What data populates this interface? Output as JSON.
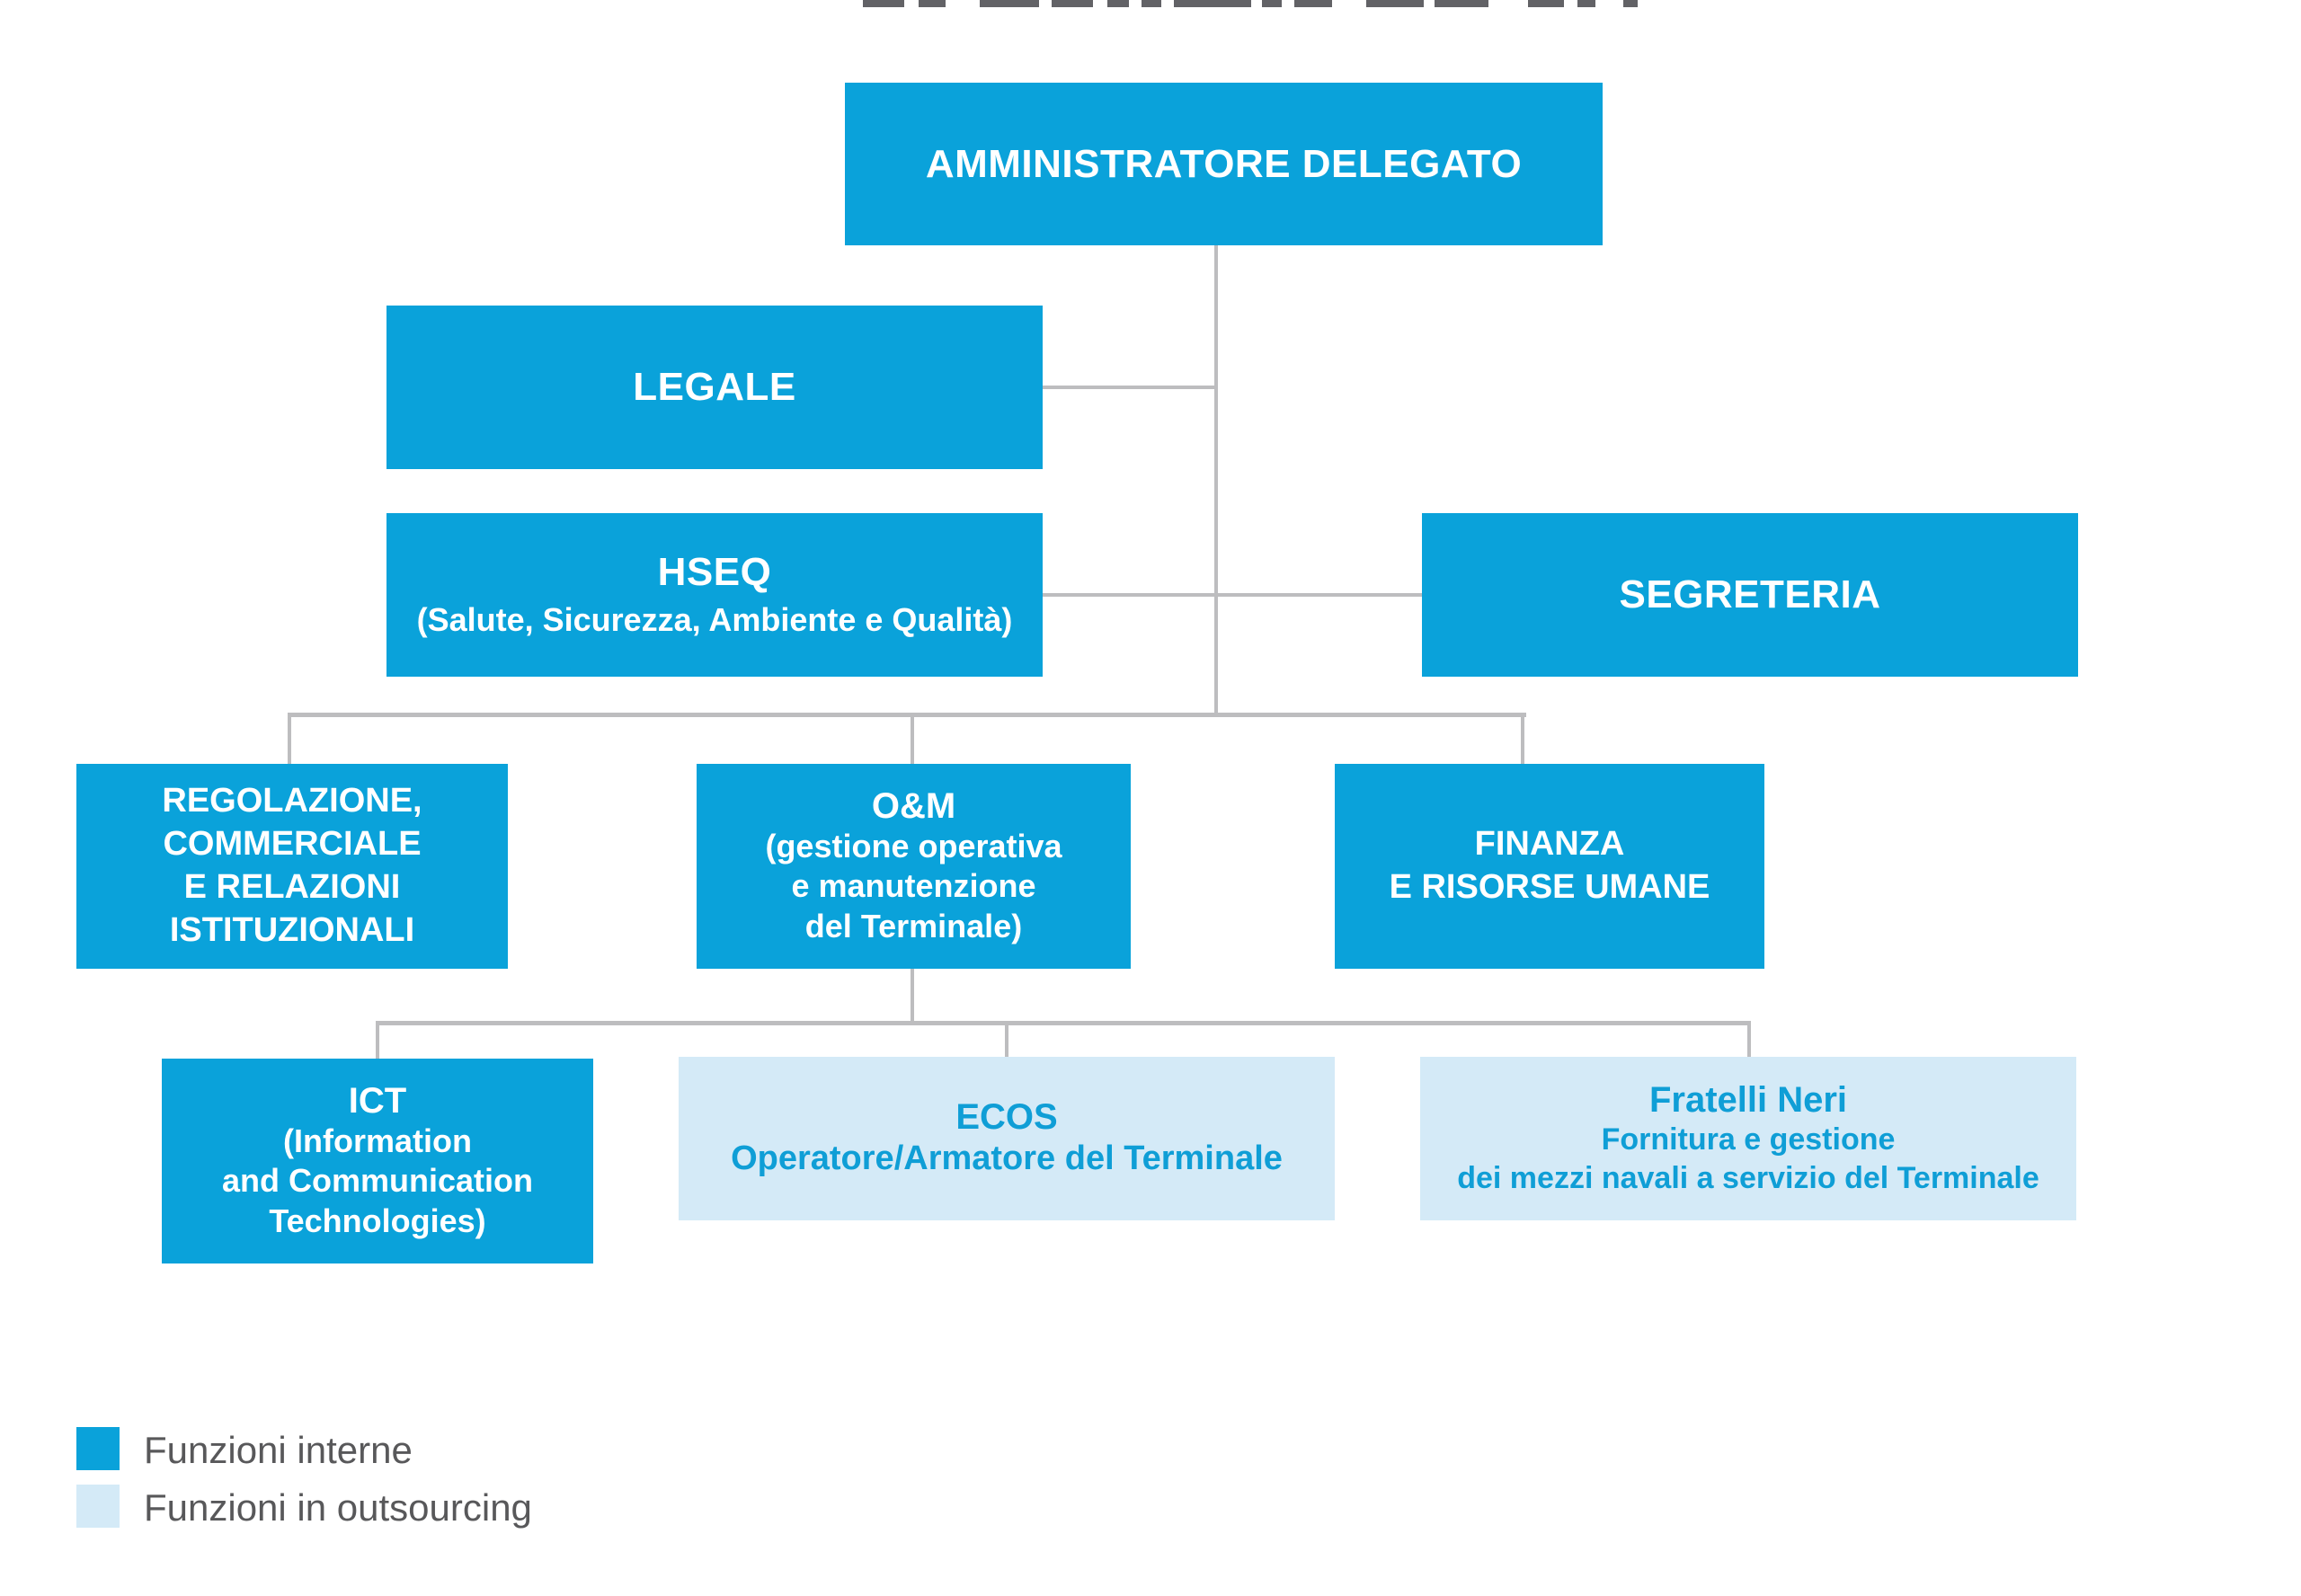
{
  "palette": {
    "primary_blue": "#0aa2da",
    "light_blue": "#d4eaf7",
    "box_text_white": "#ffffff",
    "box_text_blue": "#0f9ed6",
    "connector_gray": "#bdbdbf",
    "legend_text_gray": "#58585a"
  },
  "org_chart": {
    "type": "org-tree",
    "root": {
      "label": "AMMINISTRATORE DELEGATO",
      "function_type": "interna"
    },
    "staff": [
      {
        "label": "LEGALE",
        "function_type": "interna"
      },
      {
        "label": "HSEQ",
        "sublabel": "(Salute, Sicurezza, Ambiente e Qualità)",
        "function_type": "interna"
      },
      {
        "label": "SEGRETERIA",
        "function_type": "interna"
      }
    ],
    "level2": [
      {
        "lines": [
          "REGOLAZIONE,",
          "COMMERCIALE",
          "E RELAZIONI",
          "ISTITUZIONALI"
        ],
        "function_type": "interna"
      },
      {
        "label": "O&M",
        "lines": [
          "(gestione operativa",
          "e manutenzione",
          "del Terminale)"
        ],
        "function_type": "interna"
      },
      {
        "lines": [
          "FINANZA",
          "E RISORSE UMANE"
        ],
        "function_type": "interna"
      }
    ],
    "level3": [
      {
        "label": "ICT",
        "lines": [
          "(Information",
          "and Communication",
          "Technologies)"
        ],
        "function_type": "interna"
      },
      {
        "label": "ECOS",
        "lines": [
          "Operatore/Armatore del Terminale"
        ],
        "function_type": "outsourcing"
      },
      {
        "label": "Fratelli Neri",
        "lines": [
          "Fornitura e gestione",
          "dei mezzi navali a servizio del Terminale"
        ],
        "function_type": "outsourcing"
      }
    ]
  },
  "legend": {
    "items": [
      {
        "label": "Funzioni interne",
        "swatch": "interna"
      },
      {
        "label": "Funzioni in outsourcing",
        "swatch": "outsourcing"
      }
    ]
  }
}
